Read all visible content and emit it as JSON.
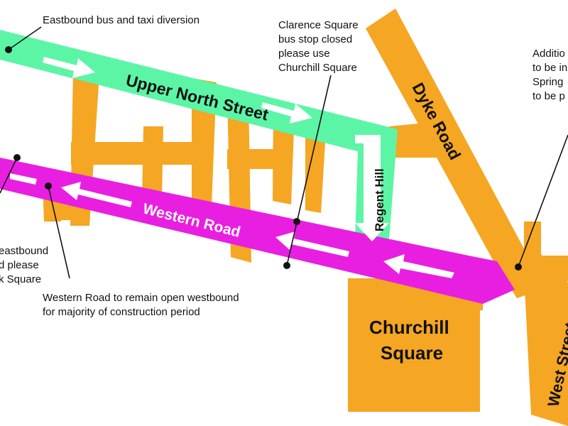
{
  "colors": {
    "road": "#F5A623",
    "bus_diversion": "#5CF5A6",
    "western_road": "#E81FE0",
    "arrow": "#ffffff",
    "callout": "#111111",
    "background": "#ffffff"
  },
  "streets": {
    "upper_north_street": "Upper North Street",
    "western_road": "Western Road",
    "dyke_road": "Dyke Road",
    "regent_hill": "Regent Hill",
    "west_street": "West Street"
  },
  "places": {
    "churchill_square": [
      "Churchill",
      "Square"
    ]
  },
  "notes": {
    "diversion": "Eastbound bus and taxi diversion",
    "clarence": [
      "Clarence Square",
      "bus stop closed",
      "please use",
      "Churchill Square"
    ],
    "additional": [
      "Additio",
      "to be in",
      "Spring",
      "to be p"
    ],
    "eastbound": [
      "eastbound",
      "d please",
      "k Square"
    ],
    "western_open": [
      "Western Road to remain open westbound",
      "for majority of construction period"
    ]
  }
}
